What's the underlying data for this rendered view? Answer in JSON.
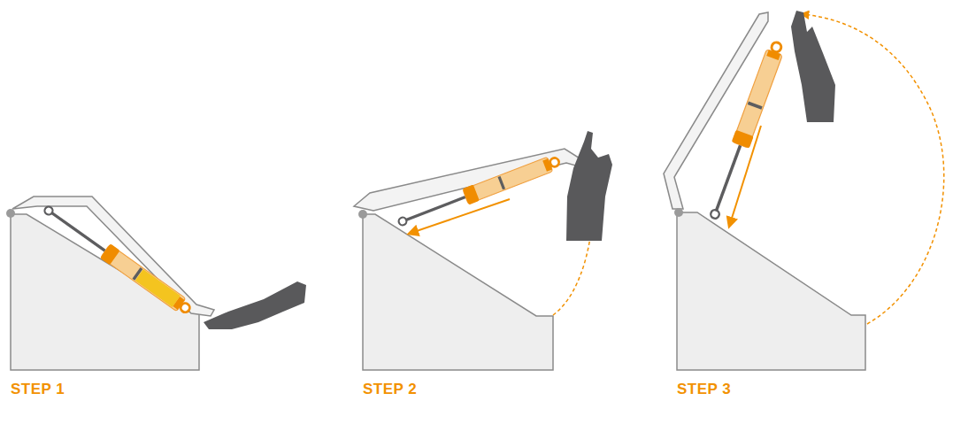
{
  "diagram": {
    "labels": [
      "STEP 1",
      "STEP 2",
      "STEP 3"
    ]
  }
}
